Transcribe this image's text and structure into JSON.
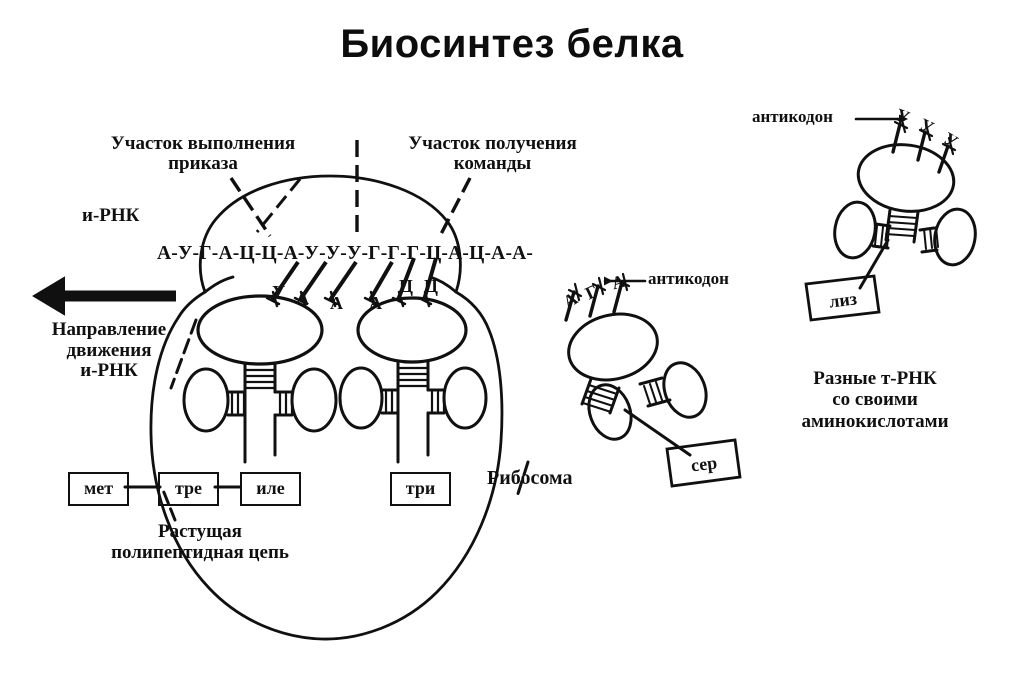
{
  "title": "Биосинтез белка",
  "labels": {
    "execution_site": "Участок выполнения\nприказа",
    "reception_site": "Участок получения\nкоманды",
    "mrna": "и-РНК",
    "direction": "Направление\nдвижения\nи-РНК",
    "growing_chain": "Растущая\nполипептидная цепь",
    "ribosome": "Рибосома",
    "different_trna": "Разные т-РНК\nсо своими\nаминокислотами",
    "anticodon_top": "антикодон",
    "anticodon_mid": "антикодон"
  },
  "mrna": {
    "sequence_text": "А-У-Г-А-Ц-Ц-А-У-У-У-Г-Г-Г-Ц-А-Ц-А-А-",
    "bases": [
      "А",
      "У",
      "Г",
      "А",
      "Ц",
      "Ц",
      "А",
      "У",
      "У",
      "У",
      "Г",
      "Г",
      "Г",
      "Ц",
      "А",
      "Ц",
      "А",
      "А"
    ]
  },
  "ribosome": {
    "trna_left": {
      "anticodon": [
        "У",
        "А",
        "А"
      ],
      "amino_acid": "иле"
    },
    "trna_right": {
      "anticodon": [
        "А",
        "Ц",
        "Ц"
      ],
      "amino_acid": "три"
    }
  },
  "polypeptide": {
    "residues": [
      "мет",
      "тре",
      "иле"
    ]
  },
  "free_trna": [
    {
      "anticodon": [
        "А",
        "Г",
        "А"
      ],
      "amino_acid": "сер"
    },
    {
      "anticodon": [
        "У",
        "У",
        "У"
      ],
      "amino_acid": "лиз"
    }
  ],
  "colors": {
    "ink": "#101010",
    "background": "#ffffff"
  }
}
